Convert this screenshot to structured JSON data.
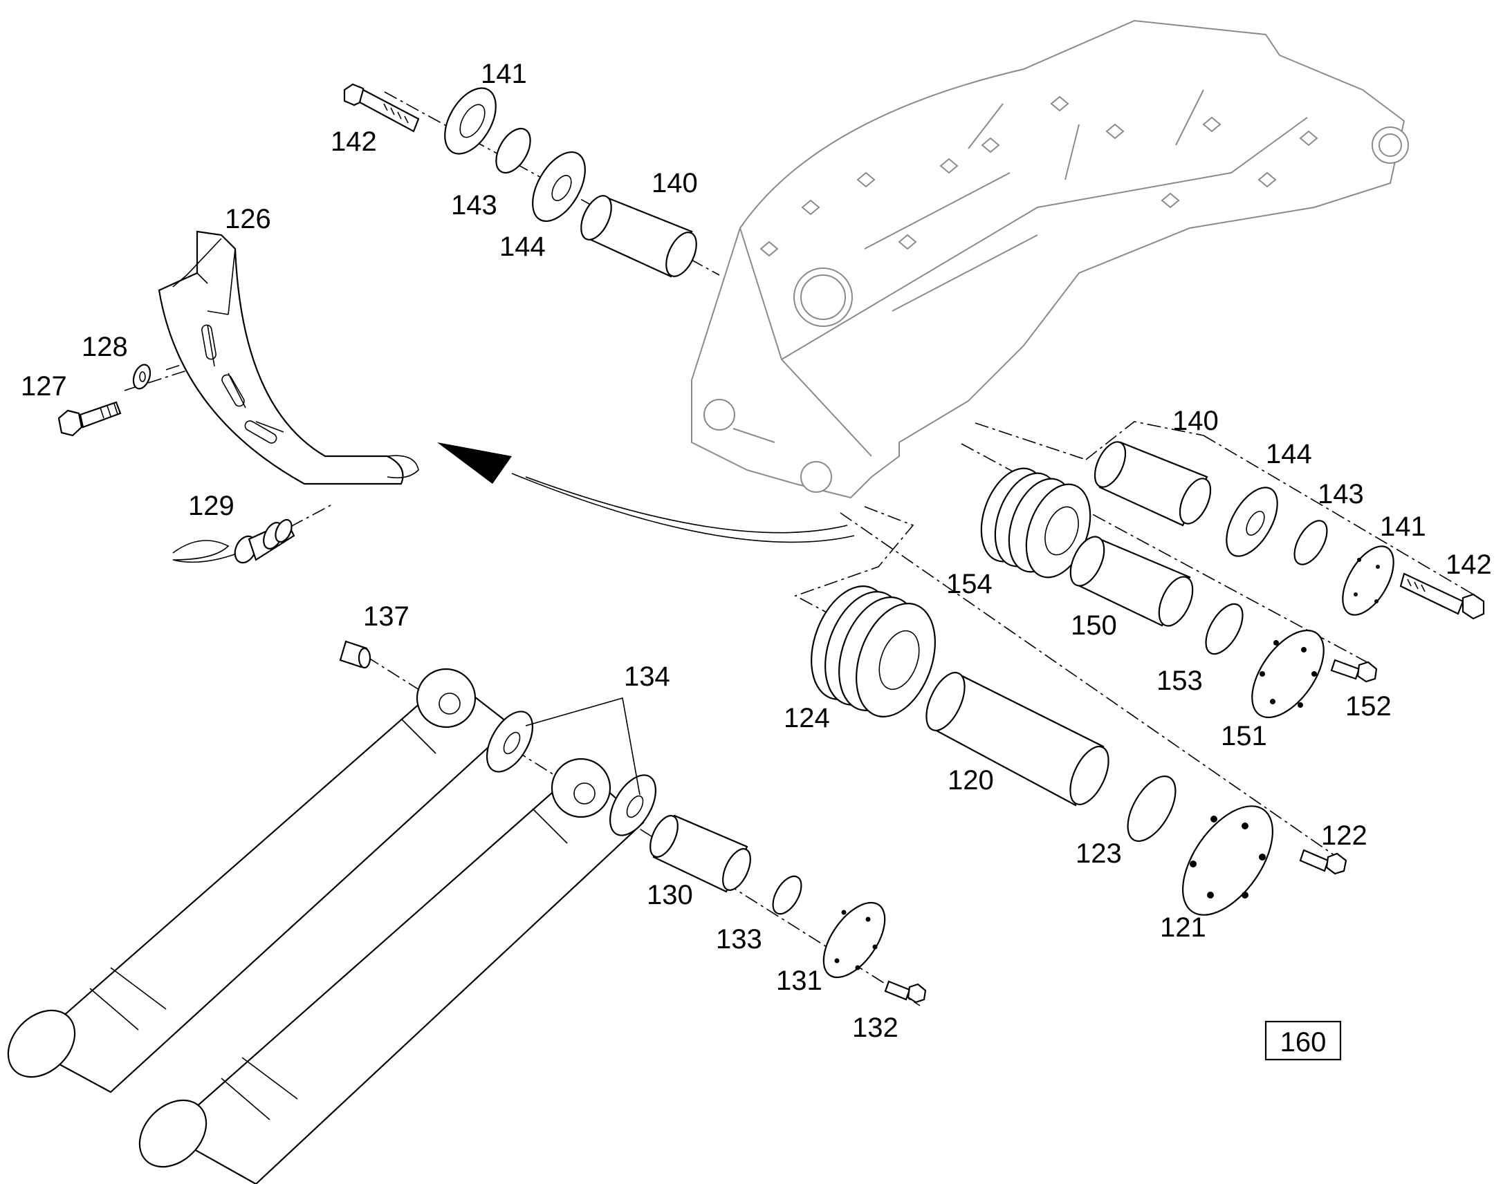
{
  "labels": {
    "l120": "120",
    "l121": "121",
    "l122": "122",
    "l123": "123",
    "l124": "124",
    "l126": "126",
    "l127": "127",
    "l128": "128",
    "l129": "129",
    "l130": "130",
    "l131": "131",
    "l132": "132",
    "l133": "133",
    "l134": "134",
    "l137": "137",
    "l140a": "140",
    "l141a": "141",
    "l142a": "142",
    "l143a": "143",
    "l144a": "144",
    "l140b": "140",
    "l141b": "141",
    "l142b": "142",
    "l143b": "143",
    "l144b": "144",
    "l150": "150",
    "l151": "151",
    "l152": "152",
    "l153": "153",
    "l154": "154"
  },
  "page_ref": "160"
}
